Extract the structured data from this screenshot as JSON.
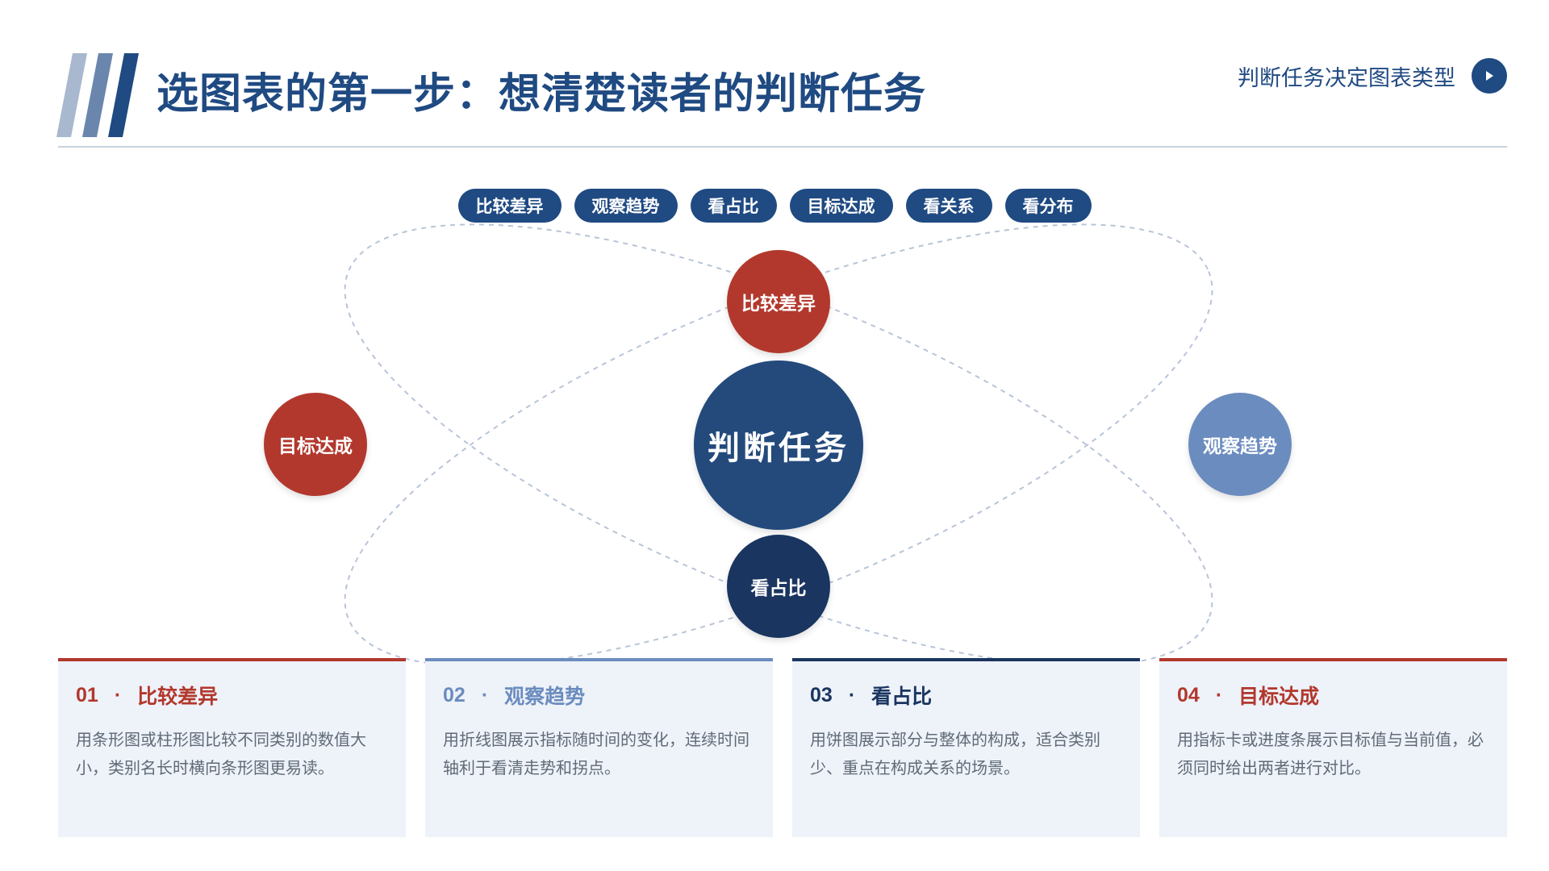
{
  "header": {
    "title": "选图表的第一步：想清楚读者的判断任务",
    "tag": "判断任务决定图表类型",
    "play_icon": "play-icon"
  },
  "pills": [
    "比较差异",
    "观察趋势",
    "看占比",
    "目标达成",
    "看关系",
    "看分布"
  ],
  "diagram": {
    "center": "判断任务",
    "top": "比较差异",
    "bottom": "看占比",
    "left": "目标达成",
    "right": "观察趋势"
  },
  "cards": [
    {
      "num": "01",
      "sep": "·",
      "title": "比较差异",
      "body": "用条形图或柱形图比较不同类别的数值大小，类别名长时横向条形图更易读。"
    },
    {
      "num": "02",
      "sep": "·",
      "title": "观察趋势",
      "body": "用折线图展示指标随时间的变化，连续时间轴利于看清走势和拐点。"
    },
    {
      "num": "03",
      "sep": "·",
      "title": "看占比",
      "body": "用饼图展示部分与整体的构成，适合类别少、重点在构成关系的场景。"
    },
    {
      "num": "04",
      "sep": "·",
      "title": "目标达成",
      "body": "用指标卡或进度条展示目标值与当前值，必须同时给出两者进行对比。"
    }
  ],
  "colors": {
    "navy": "#1f4a82",
    "red": "#b2382d",
    "light_blue": "#6b8cbf",
    "dark_navy": "#1a3560",
    "card_bg": "#eef2f9"
  }
}
